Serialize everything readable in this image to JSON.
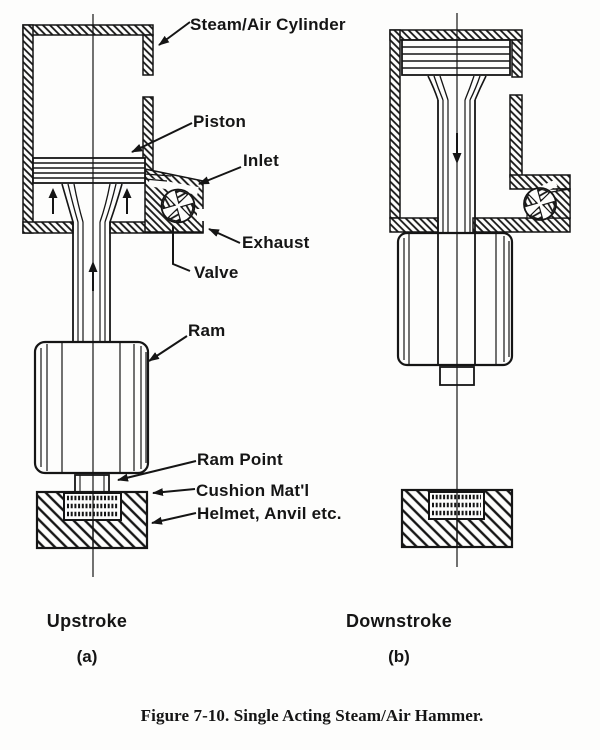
{
  "figure": {
    "caption": "Figure 7-10.  Single Acting Steam/Air Hammer.",
    "panels": [
      {
        "id": "a",
        "title": "Upstroke",
        "tag": "(a)"
      },
      {
        "id": "b",
        "title": "Downstroke",
        "tag": "(b)"
      }
    ],
    "labels": {
      "cylinder": "Steam/Air Cylinder",
      "piston": "Piston",
      "inlet": "Inlet",
      "exhaust": "Exhaust",
      "valve": "Valve",
      "ram": "Ram",
      "ram_point": "Ram Point",
      "cushion": "Cushion Mat'l",
      "helmet": "Helmet, Anvil etc."
    },
    "colors": {
      "ink": "#151515",
      "paper": "#fdfdfc"
    }
  }
}
